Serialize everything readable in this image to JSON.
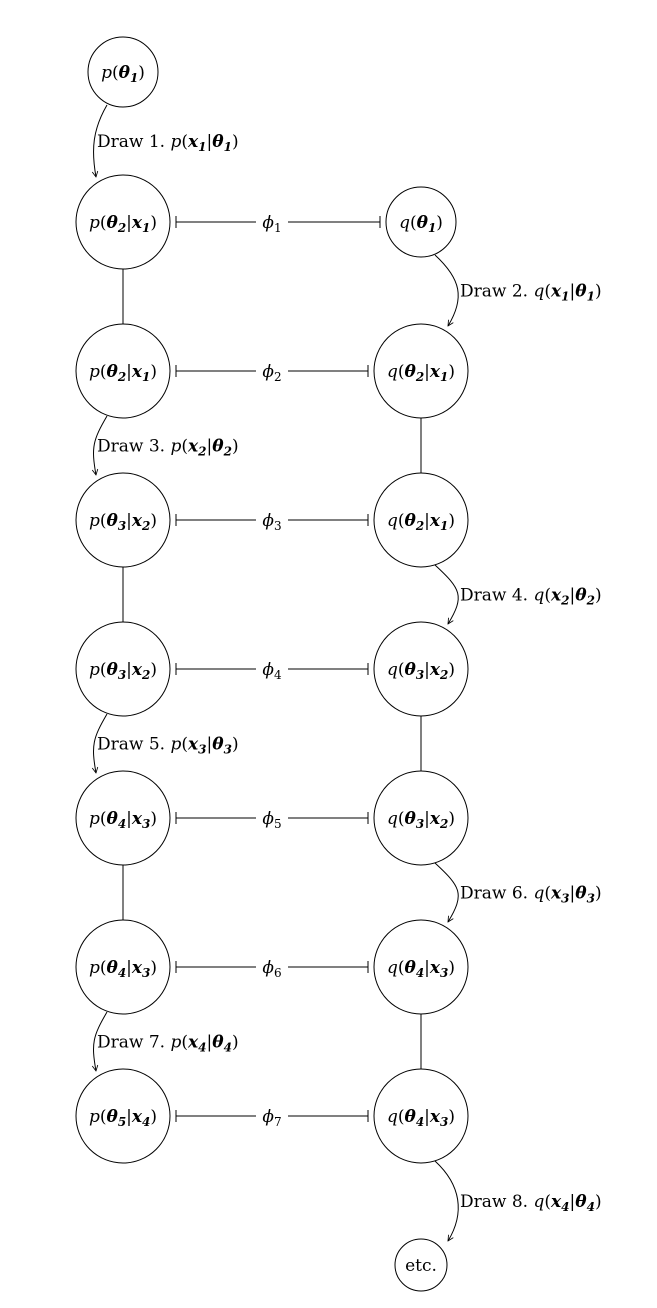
{
  "nodes": [
    {
      "id": "p1",
      "fn": "p",
      "theta": "1",
      "x": ""
    },
    {
      "id": "p2a",
      "fn": "p",
      "theta": "2",
      "x": "1"
    },
    {
      "id": "p2b",
      "fn": "p",
      "theta": "2",
      "x": "1"
    },
    {
      "id": "p3a",
      "fn": "p",
      "theta": "3",
      "x": "2"
    },
    {
      "id": "p3b",
      "fn": "p",
      "theta": "3",
      "x": "2"
    },
    {
      "id": "p4a",
      "fn": "p",
      "theta": "4",
      "x": "3"
    },
    {
      "id": "p4b",
      "fn": "p",
      "theta": "4",
      "x": "3"
    },
    {
      "id": "p5",
      "fn": "p",
      "theta": "5",
      "x": "4"
    },
    {
      "id": "q1",
      "fn": "q",
      "theta": "1",
      "x": ""
    },
    {
      "id": "q2a",
      "fn": "q",
      "theta": "2",
      "x": "1"
    },
    {
      "id": "q2b",
      "fn": "q",
      "theta": "2",
      "x": "1"
    },
    {
      "id": "q3a",
      "fn": "q",
      "theta": "3",
      "x": "2"
    },
    {
      "id": "q3b",
      "fn": "q",
      "theta": "3",
      "x": "2"
    },
    {
      "id": "q4a",
      "fn": "q",
      "theta": "4",
      "x": "3"
    },
    {
      "id": "q4b",
      "fn": "q",
      "theta": "4",
      "x": "3"
    },
    {
      "id": "etc",
      "text": "etc."
    }
  ],
  "draws": [
    {
      "step": "1",
      "fn": "p",
      "x": "1",
      "theta": "1"
    },
    {
      "step": "2",
      "fn": "q",
      "x": "1",
      "theta": "1"
    },
    {
      "step": "3",
      "fn": "p",
      "x": "2",
      "theta": "2"
    },
    {
      "step": "4",
      "fn": "q",
      "x": "2",
      "theta": "2"
    },
    {
      "step": "5",
      "fn": "p",
      "x": "3",
      "theta": "3"
    },
    {
      "step": "6",
      "fn": "q",
      "x": "3",
      "theta": "3"
    },
    {
      "step": "7",
      "fn": "p",
      "x": "4",
      "theta": "4"
    },
    {
      "step": "8",
      "fn": "q",
      "x": "4",
      "theta": "4"
    }
  ],
  "draw_word": "Draw",
  "couplings": [
    {
      "symbol": "ϕ",
      "index": "1"
    },
    {
      "symbol": "ϕ",
      "index": "2"
    },
    {
      "symbol": "ϕ",
      "index": "3"
    },
    {
      "symbol": "ϕ",
      "index": "4"
    },
    {
      "symbol": "ϕ",
      "index": "5"
    },
    {
      "symbol": "ϕ",
      "index": "6"
    },
    {
      "symbol": "ϕ",
      "index": "7"
    }
  ]
}
